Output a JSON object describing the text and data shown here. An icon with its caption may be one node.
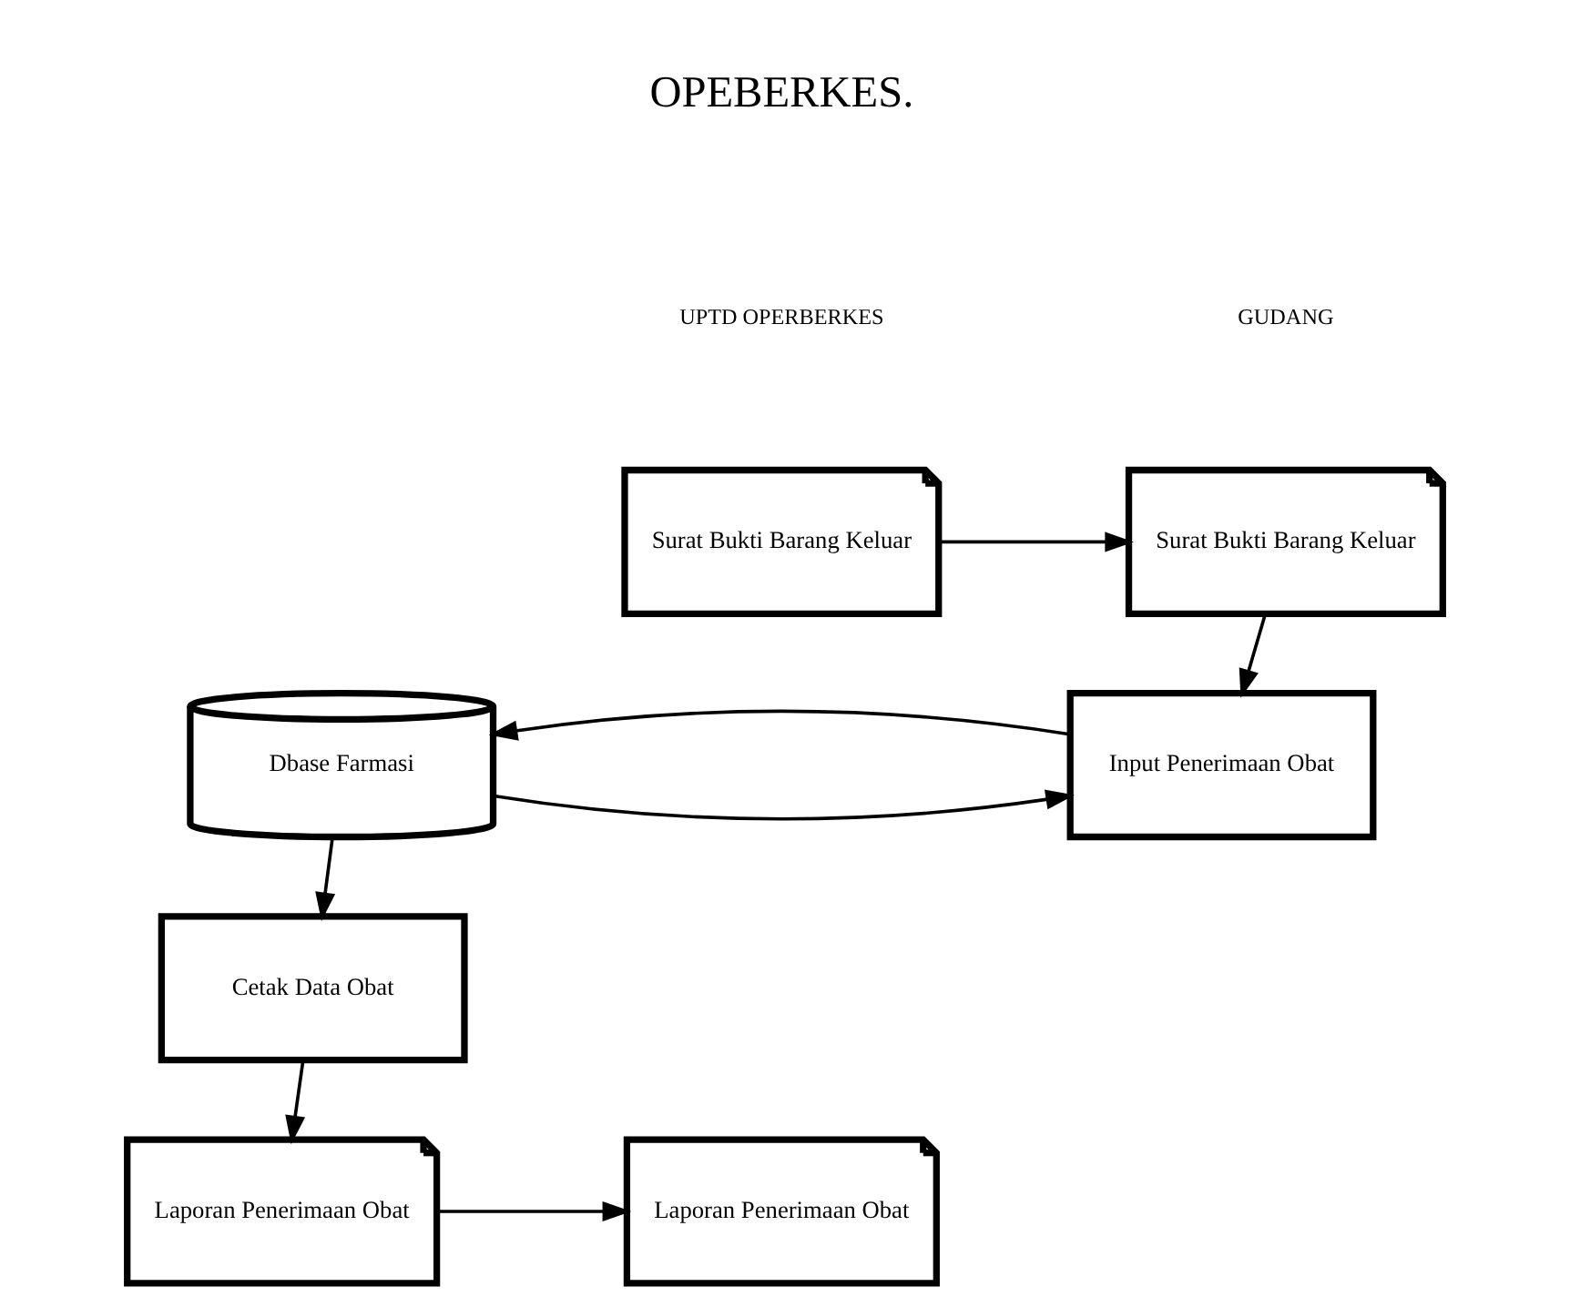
{
  "diagram": {
    "nodes": [
      {
        "text": [
          "Surat Bukti Barang Keluar"
        ]
      },
      {
        "text": [
          "Surat Bukti Barang Keluar"
        ]
      },
      {
        "text": [
          "Input Penerimaan Obat"
        ]
      },
      {
        "text": [
          "Dbase Farmasi"
        ]
      },
      {
        "text": [
          "Cetak Data Obat"
        ]
      },
      {
        "text": [
          "Laporan Penerimaan Obat"
        ]
      },
      {
        "text": [
          "Laporan Penerimaan Obat"
        ]
      }
    ],
    "edges": [
      {
        "from": 0,
        "to": 1,
        "arrow": "to"
      },
      {
        "from": 1,
        "to": 2,
        "arrow": "to"
      },
      {
        "from": 3,
        "to": 2,
        "arrow": "to"
      },
      {
        "from": 2,
        "to": 3,
        "arrow": "to"
      },
      {
        "from": 3,
        "to": 4,
        "arrow": "to"
      },
      {
        "from": 4,
        "to": 5,
        "arrow": "to"
      },
      {
        "from": 5,
        "to": 6,
        "arrow": "to"
      }
    ],
    "labels": [
      "OPEBERKES.",
      "UPTD OPERBERKES",
      "GUDANG"
    ]
  }
}
